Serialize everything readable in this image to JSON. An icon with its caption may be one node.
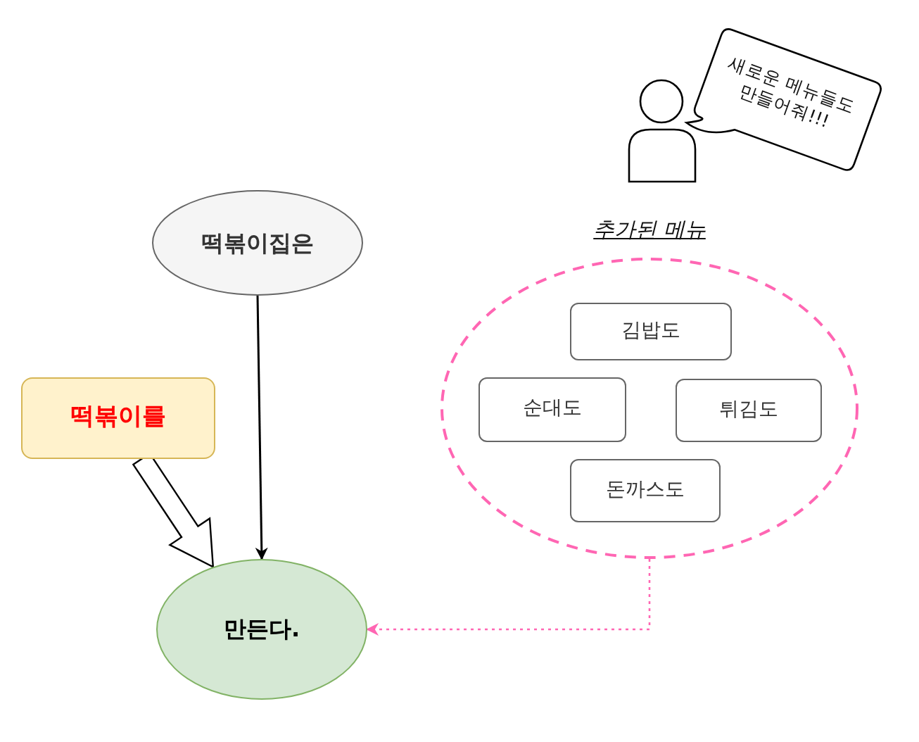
{
  "diagram": {
    "nodes": [
      {
        "text": [
          "떡볶이집은"
        ]
      },
      {
        "text": [
          "떡볶이를"
        ]
      },
      {
        "text": [
          "만든다."
        ]
      },
      {
        "text": [
          "추가된 메뉴"
        ]
      },
      {
        "text": [
          "김밥도"
        ],
        "in": 3
      },
      {
        "text": [
          "순대도"
        ],
        "in": 3
      },
      {
        "text": [
          "튀김도"
        ],
        "in": 3
      },
      {
        "text": [
          "돈까스도"
        ],
        "in": 3
      },
      {
        "text": [],
        "shape": "person"
      },
      {
        "text": [
          "새로운 메뉴들도 만들어줘!!!"
        ]
      }
    ],
    "edges": [
      {
        "from": 0,
        "to": 2,
        "arrow": "to"
      },
      {
        "from": 1,
        "to": 2,
        "arrow": "to",
        "style": "thick"
      },
      {
        "from": 3,
        "to": 2,
        "arrow": "to",
        "style": "dashed",
        "color": "#ff66b3"
      }
    ]
  }
}
